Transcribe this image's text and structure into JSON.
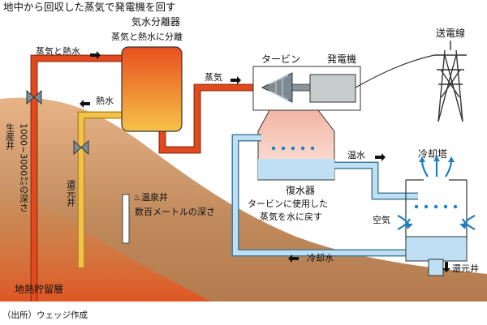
{
  "title": "地中から回収した蒸気で発電機を回す",
  "separator": {
    "name": "気水分離器",
    "desc": "蒸気と熱水に分離"
  },
  "labels": {
    "steam_and_hot_water": "蒸気と熱水",
    "hot_water": "熱水",
    "steam": "蒸気",
    "turbine": "タービン",
    "generator": "発電機",
    "power_line": "送電線",
    "warm_water": "温水",
    "cooling_tower": "冷却塔",
    "condenser_name": "復水器",
    "condenser_desc1": "タービンに使用した",
    "condenser_desc2": "蒸気を水に戻す",
    "air": "空気",
    "cooling_water": "冷却水",
    "return_well_bottom": "還元井",
    "production_well": "生産井",
    "production_depth": "1000~3000㍍の深さ",
    "return_well": "還元井",
    "hot_spring_well": "♨温泉井",
    "hot_spring_depth": "数百メートルの深さ",
    "reservoir": "地熱貯留層"
  },
  "source": "（出所）ウェッジ作成",
  "colors": {
    "ground_light": "#f0c89a",
    "ground_dark": "#d88a4a",
    "reservoir": "#e8501e",
    "pipe_red": "#e04a1e",
    "pipe_yellow": "#f3c24a",
    "pipe_blue": "#bfe0f4",
    "turbine_grey": "#7e8a92",
    "generator_grey": "#c8cccc",
    "arrow_blue": "#1f7fc0"
  }
}
